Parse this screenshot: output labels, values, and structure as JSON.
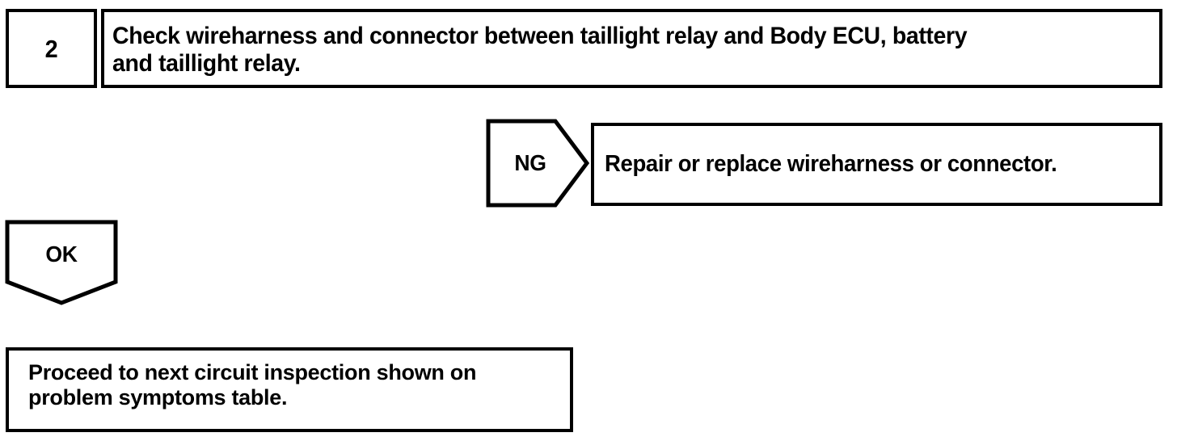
{
  "diagram": {
    "type": "troubleshooting-flowchart",
    "line_color": "#000000",
    "background_color": "#ffffff",
    "step": {
      "number": "2",
      "instruction": "Check wireharness and connector between taillight relay and Body ECU, battery\nand taillight relay."
    },
    "branches": {
      "ng": {
        "label": "NG",
        "result": "Repair or replace wireharness or connector."
      },
      "ok": {
        "label": "OK",
        "result": "Proceed to next circuit inspection shown on\nproblem symptoms table."
      }
    }
  }
}
